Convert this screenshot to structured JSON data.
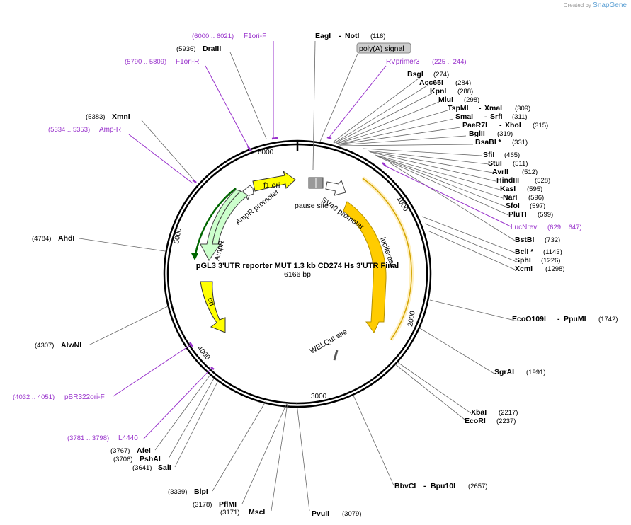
{
  "branding": {
    "created_by": "Created by",
    "app": "SnapGene"
  },
  "plasmid": {
    "name": "pGL3 3'UTR reporter MUT 1.3 kb CD274 Hs 3'UTR Final",
    "length_label": "6166 bp",
    "length_bp": 6166
  },
  "ticks": [
    "1000",
    "2000",
    "3000",
    "4000",
    "5000",
    "6000"
  ],
  "features": {
    "luciferase": "luciferase",
    "sv40_promoter": "SV40 promoter",
    "pause_site": "pause site",
    "f1_ori": "f1 ori",
    "ampr_promoter": "AmpR promoter",
    "ampr": "AmpR",
    "ori": "ori",
    "welqut_site": "WELQut site",
    "polya_signal": "poly(A) signal"
  },
  "colors": {
    "backbone": "#000000",
    "feature_yellow": "#ffff00",
    "luciferase": "#ffcc00",
    "ampr": "#ccffcc",
    "primer": "#9933cc",
    "grey": "#999999"
  },
  "primers": [
    {
      "range": "(6000 .. 6021)",
      "name": "F1ori-F"
    },
    {
      "range": "(5790 .. 5809)",
      "name": "F1ori-R"
    },
    {
      "range": "(5334 .. 5353)",
      "name": "Amp-R"
    },
    {
      "range": "(225 .. 244)",
      "name": "RVprimer3"
    },
    {
      "range": "(629 .. 647)",
      "name": "LucNrev"
    },
    {
      "range": "(4032 .. 4051)",
      "name": "pBR322ori-F"
    },
    {
      "range": "(3781 .. 3798)",
      "name": "L4440"
    }
  ],
  "sites_top": [
    {
      "name1": "EagI",
      "name2": "NotI",
      "pos": "(116)"
    },
    {
      "name1": "DraIII",
      "pos": "(5936)"
    },
    {
      "name1": "XmnI",
      "pos": "(5383)"
    }
  ],
  "sites_right": [
    {
      "name1": "BsgI",
      "pos": "(274)"
    },
    {
      "name1": "Acc65I",
      "pos": "(284)"
    },
    {
      "name1": "KpnI",
      "pos": "(288)"
    },
    {
      "name1": "MluI",
      "pos": "(298)"
    },
    {
      "name1": "TspMI",
      "name2": "XmaI",
      "pos": "(309)"
    },
    {
      "name1": "SmaI",
      "name2": "SrfI",
      "pos": "(311)"
    },
    {
      "name1": "PaeR7I",
      "name2": "XhoI",
      "pos": "(315)"
    },
    {
      "name1": "BglII",
      "pos": "(319)"
    },
    {
      "name1": "BsaBI *",
      "pos": "(331)"
    },
    {
      "name1": "SfiI",
      "pos": "(465)"
    },
    {
      "name1": "StuI",
      "pos": "(511)"
    },
    {
      "name1": "AvrII",
      "pos": "(512)"
    },
    {
      "name1": "HindIII",
      "pos": "(528)"
    },
    {
      "name1": "KasI",
      "pos": "(595)"
    },
    {
      "name1": "NarI",
      "pos": "(596)"
    },
    {
      "name1": "SfoI",
      "pos": "(597)"
    },
    {
      "name1": "PluTI",
      "pos": "(599)"
    },
    {
      "name1": "BstBI",
      "pos": "(732)"
    },
    {
      "name1": "BclI *",
      "pos": "(1143)"
    },
    {
      "name1": "SphI",
      "pos": "(1226)"
    },
    {
      "name1": "XcmI",
      "pos": "(1298)"
    },
    {
      "name1": "EcoO109I",
      "name2": "PpuMI",
      "pos": "(1742)"
    },
    {
      "name1": "SgrAI",
      "pos": "(1991)"
    },
    {
      "name1": "XbaI",
      "pos": "(2217)"
    },
    {
      "name1": "EcoRI",
      "pos": "(2237)"
    },
    {
      "name1": "BbvCI",
      "name2": "Bpu10I",
      "pos": "(2657)"
    }
  ],
  "sites_bottom": [
    {
      "name1": "PvuII",
      "pos": "(3079)"
    },
    {
      "name1": "MscI",
      "pos": "(3171)"
    },
    {
      "name1": "PflMI",
      "pos": "(3178)"
    },
    {
      "name1": "BlpI",
      "pos": "(3339)"
    },
    {
      "name1": "SalI",
      "pos": "(3641)"
    },
    {
      "name1": "PshAI",
      "pos": "(3706)"
    },
    {
      "name1": "AfeI",
      "pos": "(3767)"
    }
  ],
  "sites_left": [
    {
      "name1": "AlwNI",
      "pos": "(4307)"
    },
    {
      "name1": "AhdI",
      "pos": "(4784)"
    }
  ]
}
